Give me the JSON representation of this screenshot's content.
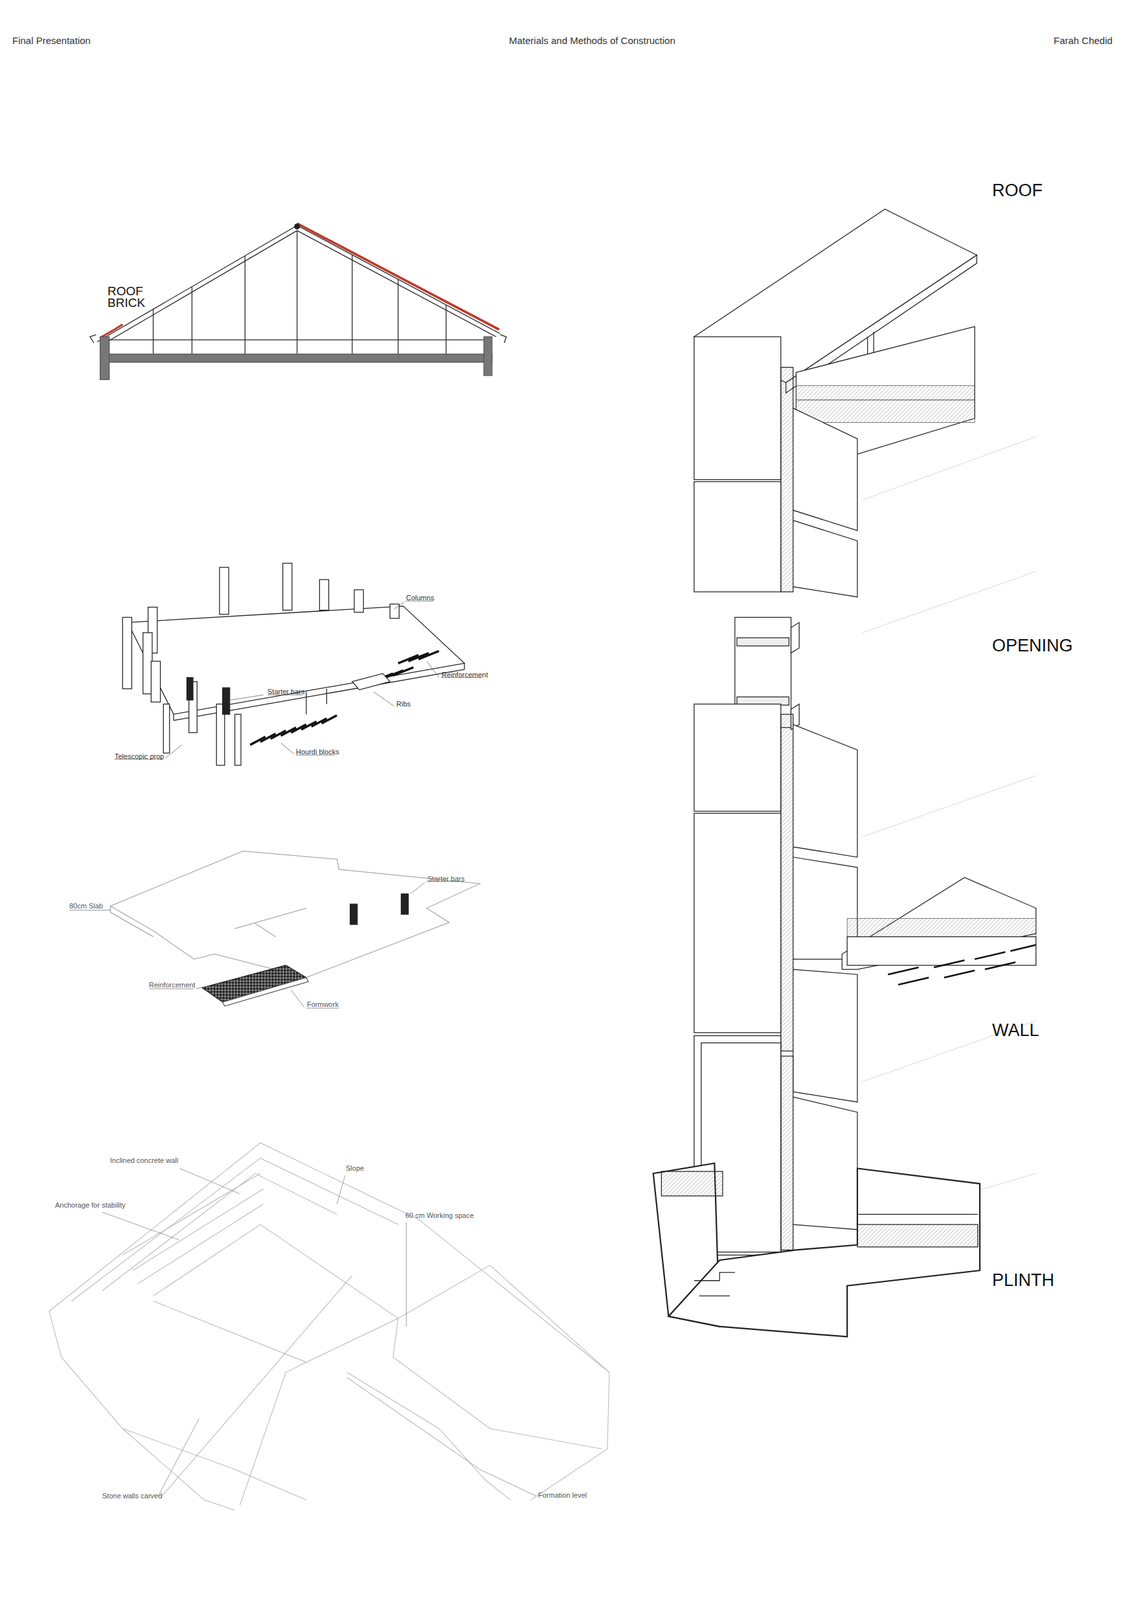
{
  "diagram": {
    "labels": [
      "Final Presentation",
      "Materials and Methods of Construction",
      "Farah Chedid",
      "ROOF",
      "OPENING",
      "WALL",
      "PLINTH",
      "ROOF BRICK",
      "Columns",
      "Reinforcement",
      "Ribs",
      "Starter bars",
      "Telescopic prop",
      "Hourdi blocks",
      "Starter bars",
      "80cm Slab",
      "Reinforcement",
      "Formwork",
      "Inclined concrete wall",
      "Slope",
      "Anchorage for stability",
      "60 cm Working space",
      "Stone walls carved",
      "Formation level"
    ]
  }
}
